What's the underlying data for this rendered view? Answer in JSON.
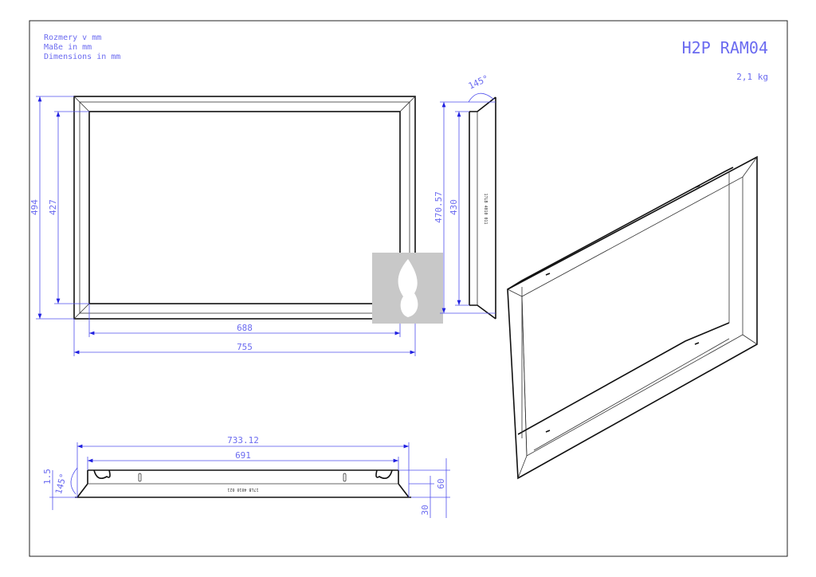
{
  "notes": {
    "line1": "Rozmery v mm",
    "line2": "Maße in mm",
    "line3": "Dimensions in mm"
  },
  "title": {
    "name": "H2P RAM04",
    "weight": "2,1 kg"
  },
  "front_view": {
    "height_outer": "494",
    "height_inner": "427",
    "width_inner": "688",
    "width_outer": "755"
  },
  "side_view": {
    "height_outer": "470.57",
    "height_inner": "430",
    "angle": "145°",
    "part_no": "17LB 4010 011"
  },
  "bottom_view": {
    "width_outer": "733.12",
    "width_inner": "691",
    "offset": "1.5",
    "angle": "145°",
    "depth": "60",
    "flange": "30",
    "part_no": "17LB 4010 021"
  },
  "colors": {
    "dimension": "#5050ee",
    "logo_bg": "#c8c8c8"
  }
}
